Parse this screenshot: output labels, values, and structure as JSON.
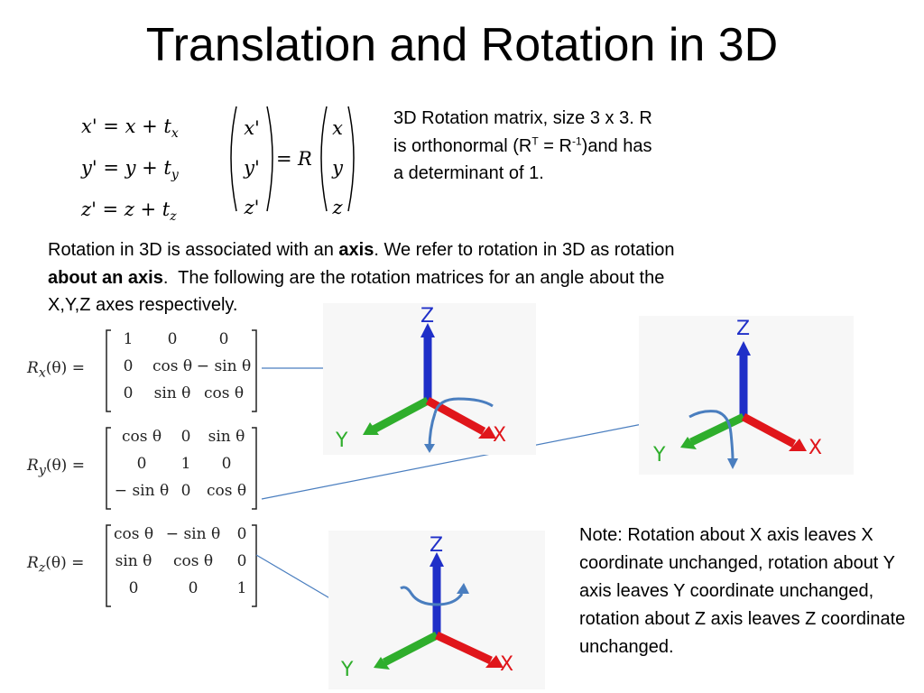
{
  "title": "Translation and Rotation in 3D",
  "translation_equations": [
    {
      "lhs": "x'",
      "rhs": "x + t",
      "sub": "x"
    },
    {
      "lhs": "y'",
      "rhs": "y + t",
      "sub": "y"
    },
    {
      "lhs": "z'",
      "rhs": "z + t",
      "sub": "z"
    }
  ],
  "matrix_equation": {
    "lhs": [
      "x'",
      "y'",
      "z'"
    ],
    "operator": "=",
    "matrix": "R",
    "rhs": [
      "x",
      "y",
      "z"
    ]
  },
  "rotation_note": {
    "line1": "3D Rotation matrix, size 3 x 3. R",
    "line2_a": "is orthonormal (R",
    "sup_T": "T",
    "line2_b": " = R",
    "sup_inv": "-1",
    "line2_c": ")and has",
    "line3": "a determinant of 1."
  },
  "intro": {
    "p1": "Rotation in 3D is associated with an ",
    "axis": "axis",
    "p2": ". We refer to rotation in 3D as rotation",
    "about": "about an axis",
    "p3": ".  The following are the rotation matrices for an angle about the",
    "p4": "X,Y,Z axes respectively."
  },
  "rotation_matrices": [
    {
      "name": "R",
      "sub": "x",
      "arg": "(θ) =",
      "rows": [
        [
          "1",
          "0",
          "0"
        ],
        [
          "0",
          "cos θ",
          "− sin θ"
        ],
        [
          "0",
          "sin θ",
          "cos θ"
        ]
      ]
    },
    {
      "name": "R",
      "sub": "y",
      "arg": "(θ) =",
      "rows": [
        [
          "cos θ",
          "0",
          "sin θ"
        ],
        [
          "0",
          "1",
          "0"
        ],
        [
          "− sin θ",
          "0",
          "cos θ"
        ]
      ]
    },
    {
      "name": "R",
      "sub": "z",
      "arg": "(θ) =",
      "rows": [
        [
          "cos θ",
          "− sin θ",
          "0"
        ],
        [
          "sin θ",
          "cos θ",
          "0"
        ],
        [
          "0",
          "0",
          "1"
        ]
      ]
    }
  ],
  "axis_labels": {
    "x": "X",
    "y": "Y",
    "z": "Z"
  },
  "colors": {
    "x_axis": "#e0161b",
    "y_axis": "#2fae2c",
    "z_axis": "#1f2fc8",
    "arrow": "#4a7ebf"
  },
  "note": "Note: Rotation about X axis leaves X coordinate unchanged, rotation about Y axis leaves Y coordinate unchanged, rotation about Z axis leaves Z coordinate unchanged."
}
